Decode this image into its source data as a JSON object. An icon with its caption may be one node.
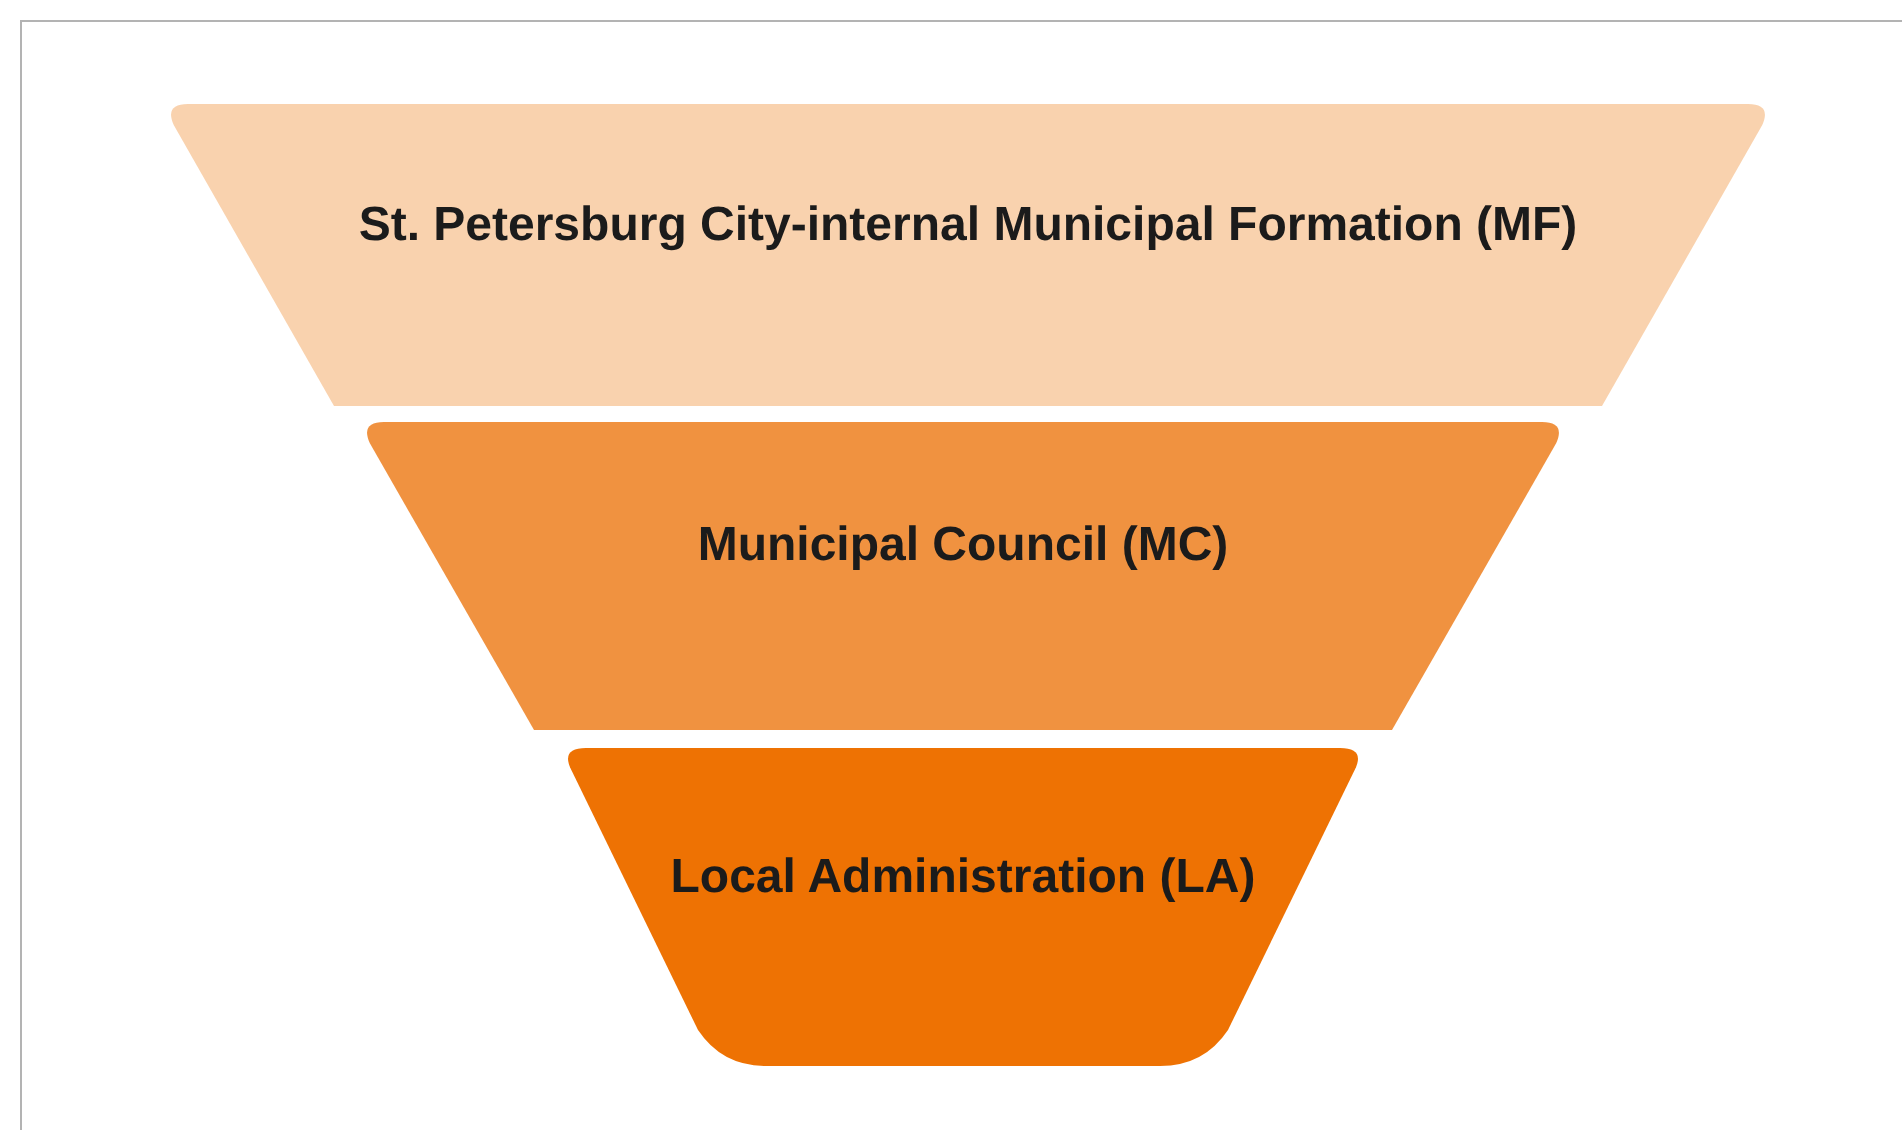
{
  "diagram": {
    "nodes": [
      {
        "text": [
          "St. Petersburg City-internal Municipal Formation (MF)"
        ]
      },
      {
        "text": [
          "Municipal Council (MC)"
        ]
      },
      {
        "text": [
          "Local Administration (LA)"
        ]
      }
    ]
  }
}
